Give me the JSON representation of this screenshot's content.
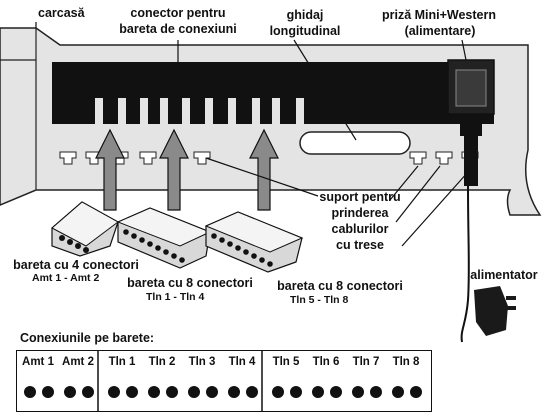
{
  "labels": {
    "carcasa": "carcasă",
    "conector_l1": "conector pentru",
    "conector_l2": "bareta de conexiuni",
    "ghidaj_l1": "ghidaj",
    "ghidaj_l2": "longitudinal",
    "priza_l1": "priză Mini+Western",
    "priza_l2": "(alimentare)",
    "suport_l1": "suport pentru",
    "suport_l2": "prinderea",
    "suport_l3": "cablurilor",
    "suport_l4": "cu trese",
    "alimentator": "alimentator",
    "bareta4_title": "bareta cu 4 conectori",
    "bareta4_sub": "Amt 1 - Amt 2",
    "bareta8a_title": "bareta cu 8 conectori",
    "bareta8a_sub": "Tln 1 - Tln 4",
    "bareta8b_title": "bareta cu 8 conectori",
    "bareta8b_sub": "Tln 5 - Tln 8"
  },
  "table": {
    "title": "Conexiunile pe barete:",
    "groups": [
      {
        "cells": [
          "Amt 1",
          "Amt 2"
        ]
      },
      {
        "cells": [
          "Tln 1",
          "Tln 2",
          "Tln 3",
          "Tln 4"
        ]
      },
      {
        "cells": [
          "Tln 5",
          "Tln 6",
          "Tln 7",
          "Tln 8"
        ]
      }
    ]
  }
}
